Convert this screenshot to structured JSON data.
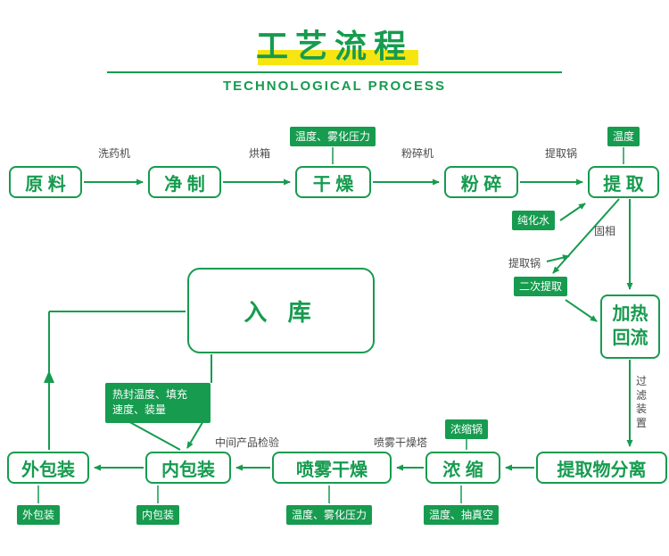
{
  "header": {
    "title": "工艺流程",
    "subtitle": "TECHNOLOGICAL  PROCESS"
  },
  "colors": {
    "green": "#169b4f",
    "yellow": "#f7e511",
    "text_dark": "#4a4a4a"
  },
  "boxes": {
    "raw_material": "原 料",
    "purification": "净 制",
    "drying": "干 燥",
    "crushing": "粉 碎",
    "extraction": "提 取",
    "heating_reflux_line1": "加热",
    "heating_reflux_line2": "回流",
    "warehousing": "入 库",
    "outer_packaging": "外包装",
    "inner_packaging": "内包装",
    "spray_drying": "喷雾干燥",
    "concentration": "浓 缩",
    "extract_separation": "提取物分离"
  },
  "equipment_labels": {
    "washing_machine": "洗药机",
    "oven": "烘箱",
    "crusher": "粉碎机",
    "extraction_pot_top": "提取锅",
    "extraction_pot_mid": "提取锅",
    "solid_phase": "固相",
    "filter_device": "过滤装置",
    "spray_drying_tower": "喷雾干燥塔",
    "intermediate_product_inspection": "中间产品检验"
  },
  "param_labels": {
    "temp_atomization_top": "温度、雾化压力",
    "temperature": "温度",
    "purified_water": "纯化水",
    "secondary_extraction": "二次提取",
    "heat_seal_line1": "热封温度、填充",
    "heat_seal_line2": "速度、装量",
    "concentration_pot": "浓缩锅",
    "temp_vacuum": "温度、抽真空",
    "temp_atomization_bottom": "温度、雾化压力",
    "inner_packaging": "内包装",
    "outer_packaging": "外包装"
  }
}
